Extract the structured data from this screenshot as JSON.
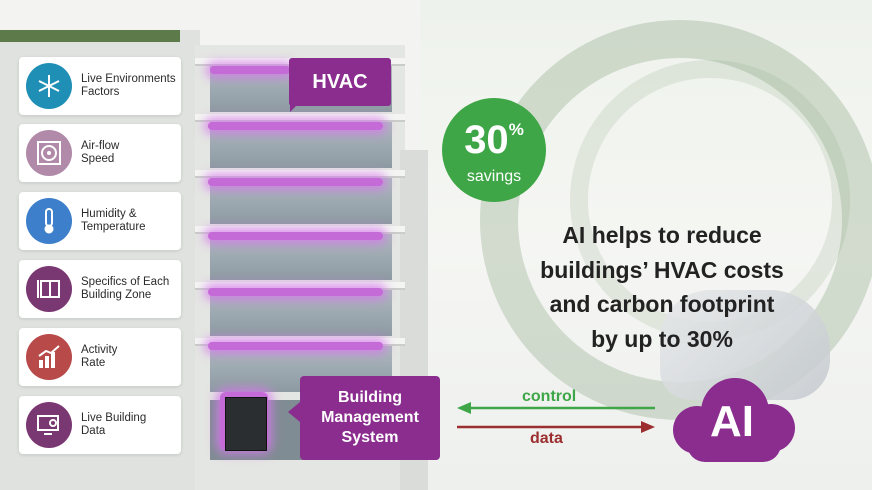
{
  "factors": [
    {
      "label": "Live Environments\nFactors",
      "icon": "snowflake-sun-icon",
      "color": "#1f8fb5"
    },
    {
      "label": "Air-flow\nSpeed",
      "icon": "fan-icon",
      "color": "#b08aa8"
    },
    {
      "label": "Humidity &\nTemperature",
      "icon": "thermometer-icon",
      "color": "#3e7fcb"
    },
    {
      "label": "Specifics of Each\nBuilding Zone",
      "icon": "floor-plan-icon",
      "color": "#7a3872"
    },
    {
      "label": "Activity\nRate",
      "icon": "bar-chart-icon",
      "color": "#b84a4a"
    },
    {
      "label": "Live Building\nData",
      "icon": "dashboard-icon",
      "color": "#7a3872"
    }
  ],
  "hvac_label": "HVAC",
  "bms_label": "Building\nManagement\nSystem",
  "savings": {
    "value": "30",
    "unit": "%",
    "label": "savings",
    "color": "#3ea646"
  },
  "headline": "AI helps to reduce\nbuildings’ HVAC costs\nand carbon footprint\nby up to 30%",
  "control_label": "control",
  "data_label": "data",
  "ai_label": "AI",
  "colors": {
    "purple": "#8a2d8e",
    "control": "#3ea646",
    "data": "#9b2f2f"
  }
}
